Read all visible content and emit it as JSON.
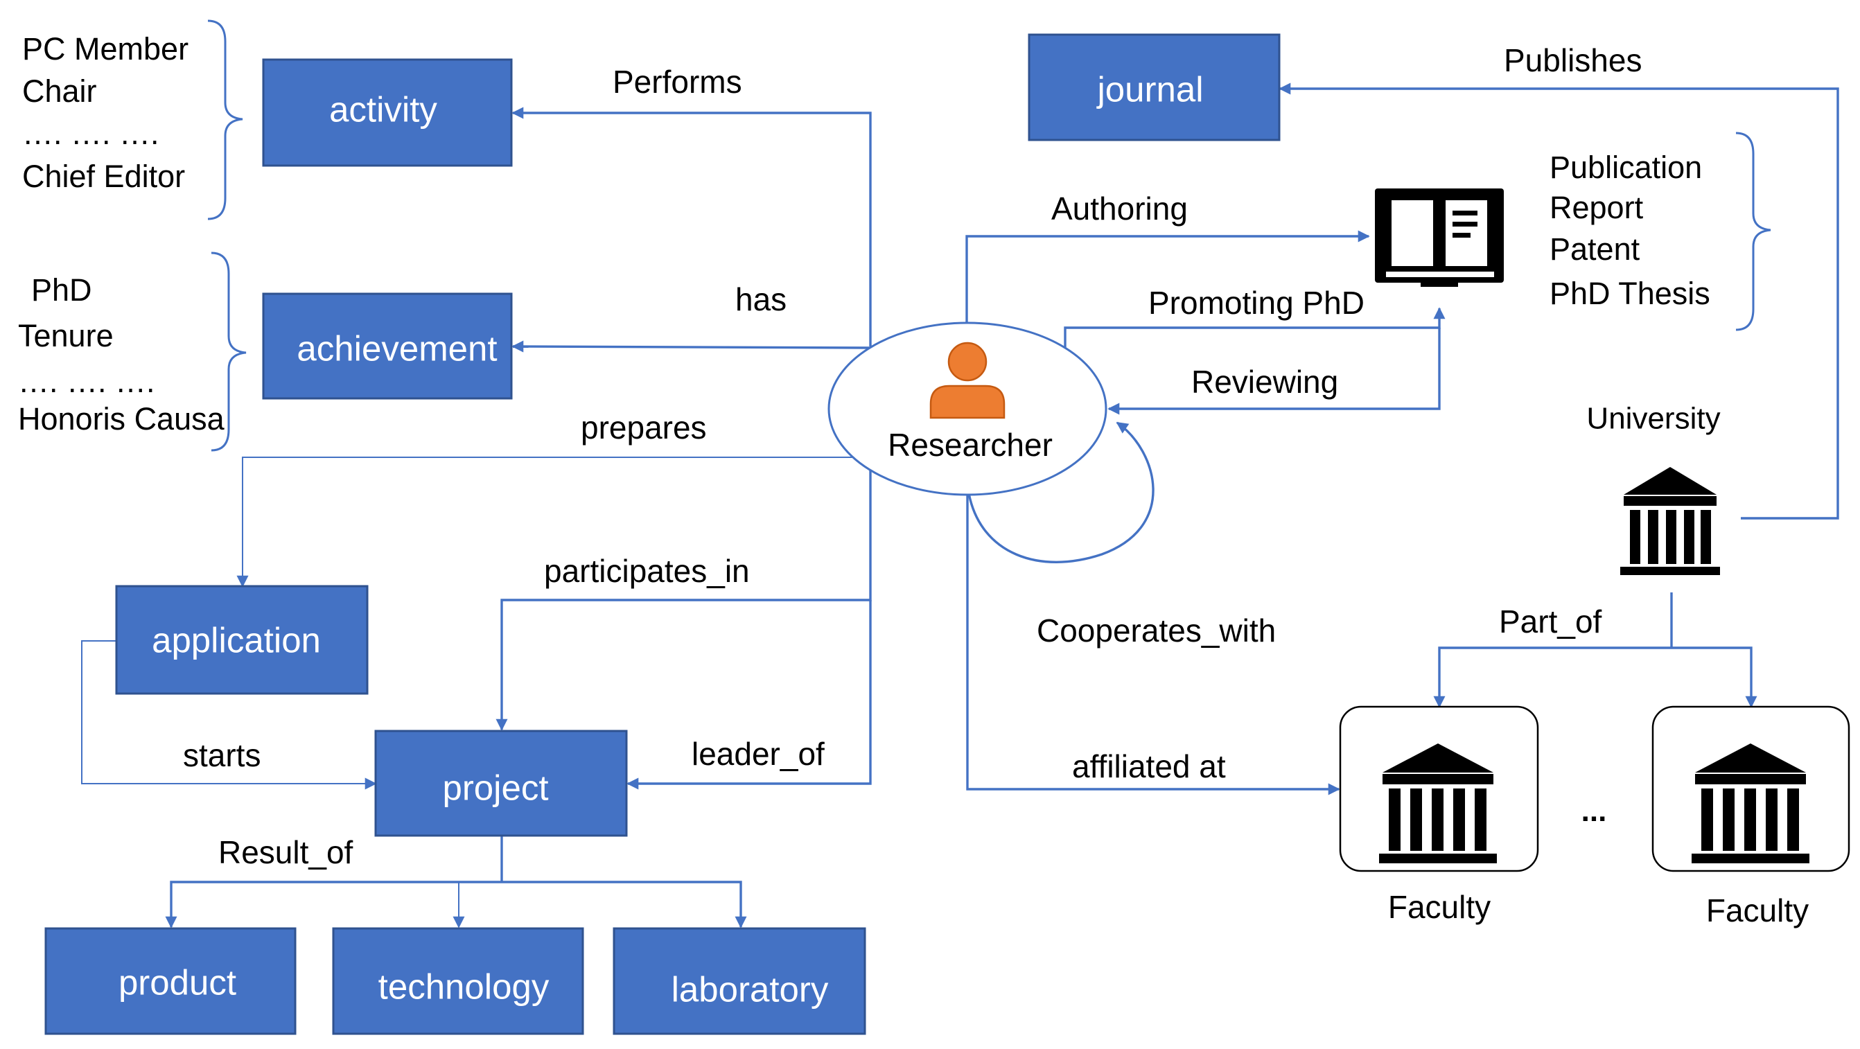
{
  "colors": {
    "box_fill": "#4472C4",
    "line": "#4472C4",
    "person": "#ED7D31",
    "text": "#000000",
    "box_text": "#FFFFFF"
  },
  "boxes": {
    "activity": "activity",
    "achievement": "achievement",
    "application": "application",
    "project": "project",
    "product": "product",
    "technology": "technology",
    "laboratory": "laboratory",
    "journal": "journal"
  },
  "researcher": {
    "label": "Researcher",
    "icon": "person-icon"
  },
  "university": {
    "label": "University",
    "icon": "university-icon"
  },
  "faculties": [
    {
      "label": "Faculty",
      "icon": "faculty-building-icon"
    },
    {
      "label": "Faculty",
      "icon": "faculty-building-icon"
    }
  ],
  "ellipsis": "...",
  "publication_icon": "open-book-icon",
  "edges": {
    "performs": "Performs",
    "has": "has",
    "prepares": "prepares",
    "participates_in": "participates_in",
    "leader_of": "leader_of",
    "starts": "starts",
    "result_of": "Result_of",
    "authoring": "Authoring",
    "promoting_phd": "Promoting PhD",
    "reviewing": "Reviewing",
    "publishes": "Publishes",
    "cooperates_with": "Cooperates_with",
    "part_of": "Part_of",
    "affiliated_at": "affiliated at"
  },
  "activity_examples": [
    "PC Member",
    "Chair",
    "….  …. ….",
    "Chief Editor"
  ],
  "achievement_examples": [
    "PhD",
    "Tenure",
    "….  …. ….",
    "Honoris Causa"
  ],
  "publication_types": [
    "Publication",
    "Report",
    "Patent",
    "PhD Thesis"
  ]
}
